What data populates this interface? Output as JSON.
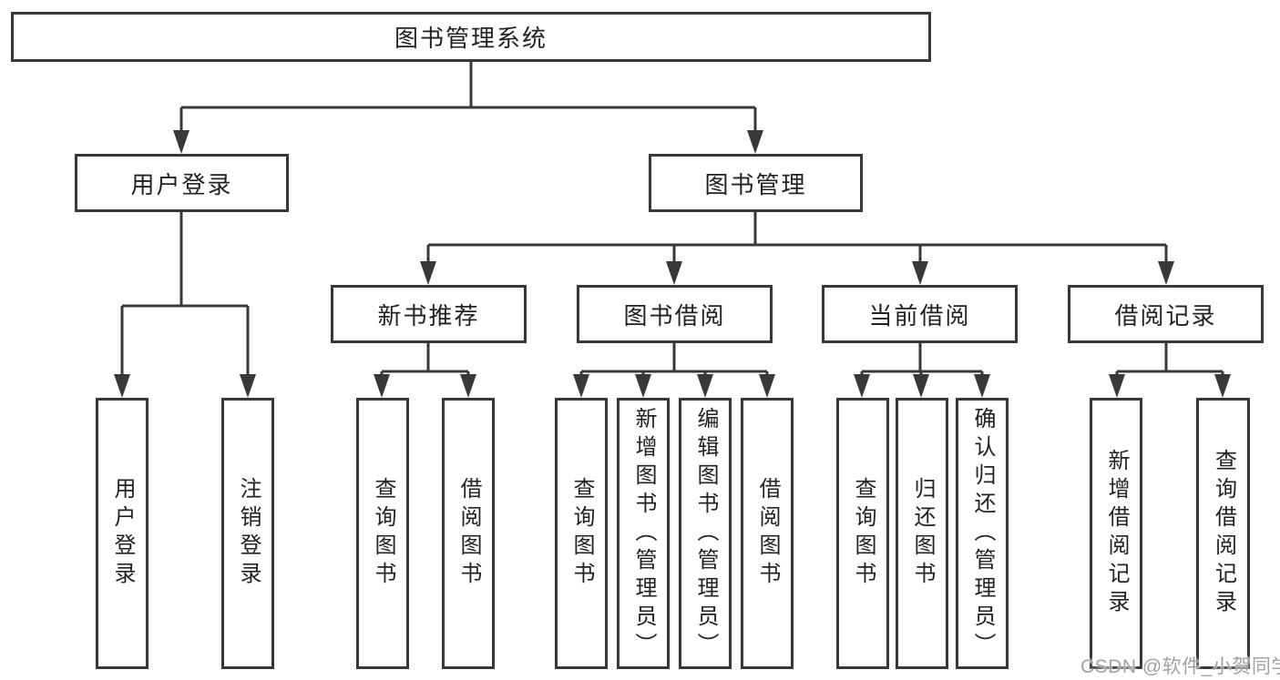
{
  "diagram_title": "图书管理系统",
  "colors": {
    "line": "#383838",
    "box_border": "#383838",
    "text": "#222222",
    "background": "#ffffff",
    "watermark": "#a2a2a2"
  },
  "tree": {
    "label": "图书管理系统",
    "children": [
      {
        "label": "用户登录",
        "children": [
          {
            "label": "用户登录"
          },
          {
            "label": "注销登录"
          }
        ]
      },
      {
        "label": "图书管理",
        "children": [
          {
            "label": "新书推荐",
            "children": [
              {
                "label": "查询图书"
              },
              {
                "label": "借阅图书"
              }
            ]
          },
          {
            "label": "图书借阅",
            "children": [
              {
                "label": "查询图书"
              },
              {
                "label": "新增图书（管理员）"
              },
              {
                "label": "编辑图书（管理员）"
              },
              {
                "label": "借阅图书"
              }
            ]
          },
          {
            "label": "当前借阅",
            "children": [
              {
                "label": "查询图书"
              },
              {
                "label": "归还图书"
              },
              {
                "label": "确认归还（管理员）"
              }
            ]
          },
          {
            "label": "借阅记录",
            "children": [
              {
                "label": "新增借阅记录"
              },
              {
                "label": "查询借阅记录"
              }
            ]
          }
        ]
      }
    ]
  },
  "watermark": {
    "text": "CSDN @软件_小贺同学"
  }
}
